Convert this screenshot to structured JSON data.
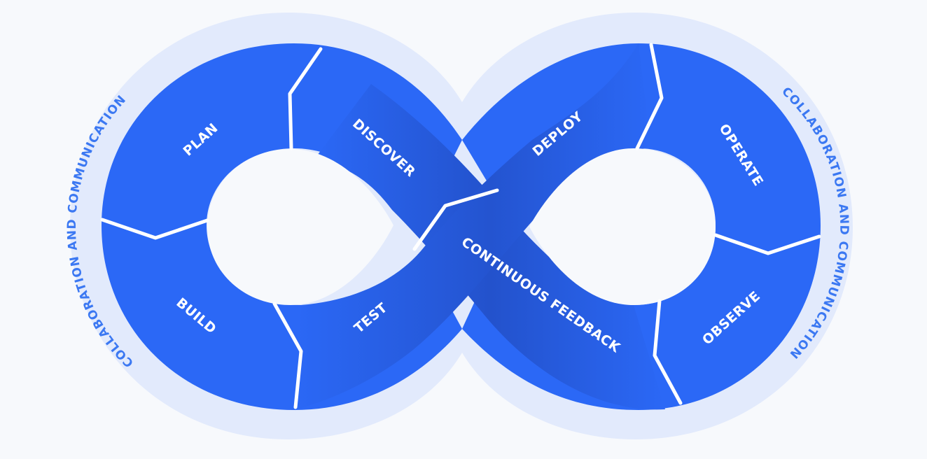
{
  "colors": {
    "background": "#f7f9fc",
    "halo": "#e2eafc",
    "band": "#2b68f6",
    "band_shade": "#2256d6",
    "divider": "#ffffff",
    "stage_text": "#ffffff",
    "ring_text": "#3b78f2"
  },
  "left_loop": {
    "ring_label": "COLLABORATION AND COMMUNICATION",
    "stages": {
      "plan": "PLAN",
      "build": "BUILD",
      "test": "TEST",
      "discover": "DISCOVER"
    }
  },
  "right_loop": {
    "ring_label": "COLLABORATION AND COMMUNICATION",
    "stages": {
      "deploy": "DEPLOY",
      "operate": "OPERATE",
      "observe": "OBSERVE",
      "feedback": "CONTINUOUS FEEDBACK"
    }
  }
}
